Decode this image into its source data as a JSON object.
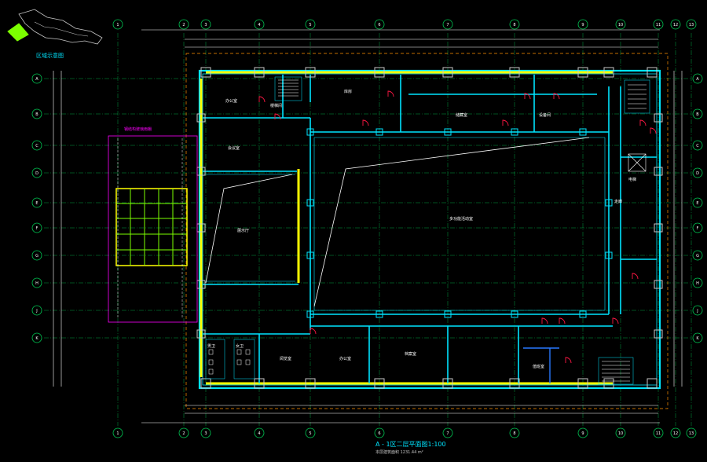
{
  "drawing": {
    "title": "A - 1区二层平面图1:100",
    "area_note": "本层建筑面积 1231.44 m²",
    "keyplan_label": "区域示意图"
  },
  "grid": {
    "top_labels": [
      "1",
      "2",
      "3",
      "4",
      "5",
      "6",
      "7",
      "8",
      "9",
      "10",
      "11",
      "12",
      "13"
    ],
    "bottom_labels": [
      "1",
      "2",
      "3",
      "4",
      "5",
      "6",
      "7",
      "8",
      "9",
      "10",
      "11",
      "12",
      "13"
    ],
    "left_labels": [
      "A",
      "B",
      "C",
      "D",
      "E",
      "F",
      "G",
      "H",
      "J",
      "K"
    ],
    "right_labels": [
      "A",
      "B",
      "C",
      "D",
      "E",
      "F",
      "G",
      "H",
      "J",
      "K"
    ]
  },
  "rooms": {
    "activity_room": "多功能活动室",
    "office_left": "办公室",
    "meeting_room": "会议室",
    "small_hall": "展示厅",
    "store": "库房",
    "storage": "储藏室",
    "office_bottom_1": "办公室",
    "office_bottom_2": "档案室",
    "office_bottom_3": "阅览室",
    "toilet_m": "男卫",
    "toilet_f": "女卫",
    "equipment": "设备间",
    "stair": "楼梯间",
    "elevator": "电梯",
    "corridor_right": "走廊",
    "staff_room": "值班室",
    "canopy_note": "钢结构玻璃雨棚"
  },
  "colors": {
    "wall": "#00e5ff",
    "highlight_wall": "#ffff00",
    "grid_line": "#00c853",
    "dim_line": "#ffffff",
    "canopy": "#ff00ff",
    "door": "#ff1744",
    "hatch": "#7cff00"
  }
}
